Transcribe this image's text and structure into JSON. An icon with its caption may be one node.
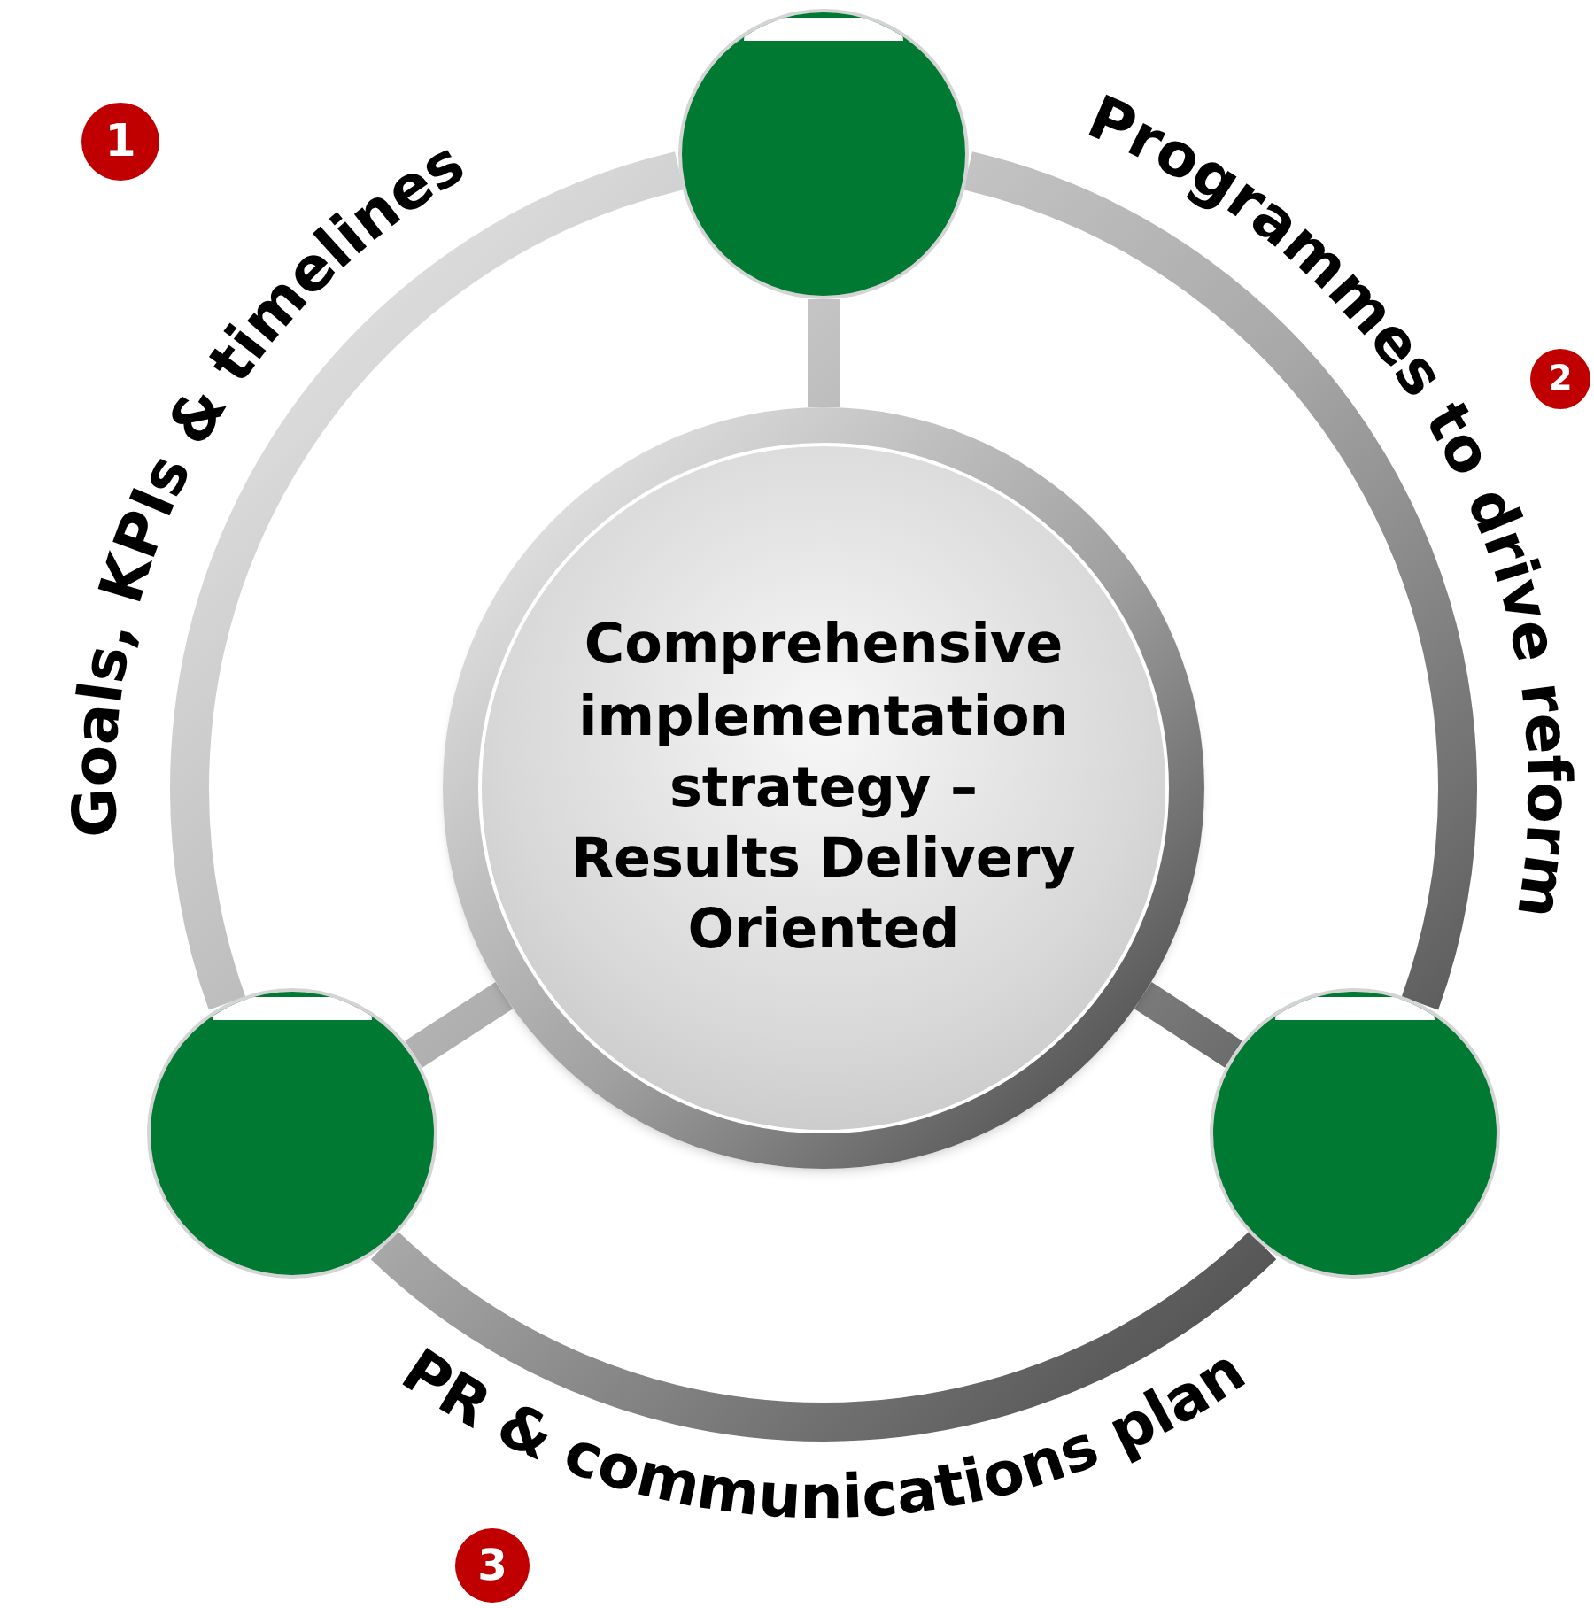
{
  "diagram": {
    "nodes": [
      {
        "text": [],
        "shape": "circle"
      },
      {
        "text": [
          "Comprehensive implementation strategy – Results Delivery Oriented"
        ]
      },
      {
        "text": [],
        "shape": "circle"
      },
      {
        "text": [],
        "shape": "circle"
      }
    ],
    "edges": [
      {
        "from": 1,
        "to": 0,
        "arrow": "none"
      },
      {
        "from": 1,
        "to": 2,
        "arrow": "none"
      },
      {
        "from": 1,
        "to": 3,
        "arrow": "none"
      },
      {
        "from": 0,
        "to": 3,
        "arrow": "none"
      },
      {
        "from": 3,
        "to": 2,
        "arrow": "none"
      },
      {
        "from": 2,
        "to": 0,
        "arrow": "none"
      }
    ],
    "labels": [
      "1",
      "Goals, KPIs & timelines",
      "Programmes to drive reform",
      "2",
      "PR & communications plan",
      "3"
    ]
  }
}
